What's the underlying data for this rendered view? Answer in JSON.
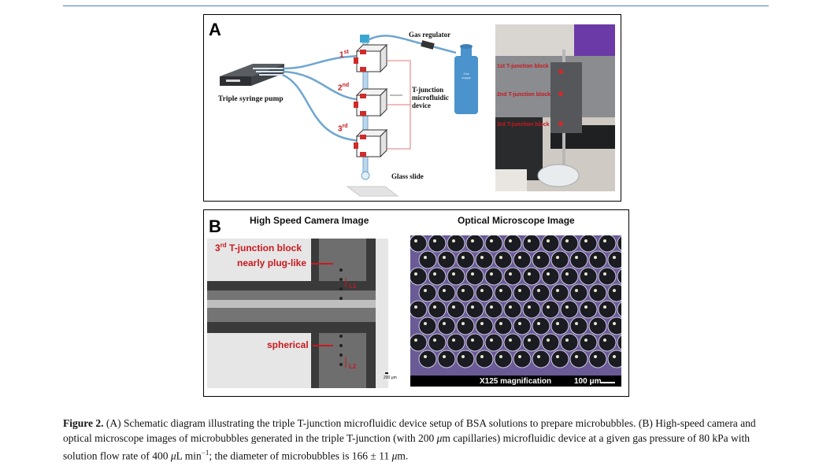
{
  "figure": {
    "panel_a": {
      "label": "A",
      "pump_label": "Triple syringe pump",
      "gas_regulator_label": "Gas regulator",
      "device_label_lines": [
        "T-junction",
        "microfluidic",
        "device"
      ],
      "glass_slide_label": "Glass slide",
      "gas_supply_label_lines": [
        "Gas",
        "supply"
      ],
      "junction_labels": [
        {
          "num": "1",
          "sup": "st"
        },
        {
          "num": "2",
          "sup": "nd"
        },
        {
          "num": "3",
          "sup": "rd"
        }
      ],
      "photo_labels": [
        "1st T-junction block",
        "2nd T-junction block",
        "3rd T-junction block"
      ]
    },
    "panel_b": {
      "label": "B",
      "left_header": "High Speed Camera Image",
      "right_header": "Optical Microscope Image",
      "block_label": "3rd T-junction block",
      "block_label_num": "3",
      "block_label_sup": "rd",
      "block_label_rest": " T-junction block",
      "plug_label": "nearly plug-like",
      "spherical_label": "spherical",
      "l1_label": "L1",
      "l2_label": "L2",
      "scale_left": "200 μm",
      "magnification": "X125 magnification",
      "scale_right": "100 μm"
    },
    "caption": {
      "lead": "Figure 2.",
      "text_1": " (A) Schematic diagram illustrating the triple T-junction microfluidic device setup of BSA solutions to prepare microbubbles. (B) High-speed camera and optical microscope images of microbubbles generated in the triple T-junction (with 200 ",
      "mu_1": "μ",
      "text_2": "m capillaries) microfluidic device at a given gas pressure of 80 kPa with solution flow rate of 400 ",
      "mu_2": "μ",
      "text_3": "L min",
      "exp": "−1",
      "text_4": "; the diameter of microbubbles is 166 ± 11 ",
      "mu_3": "μ",
      "text_5": "m."
    }
  }
}
